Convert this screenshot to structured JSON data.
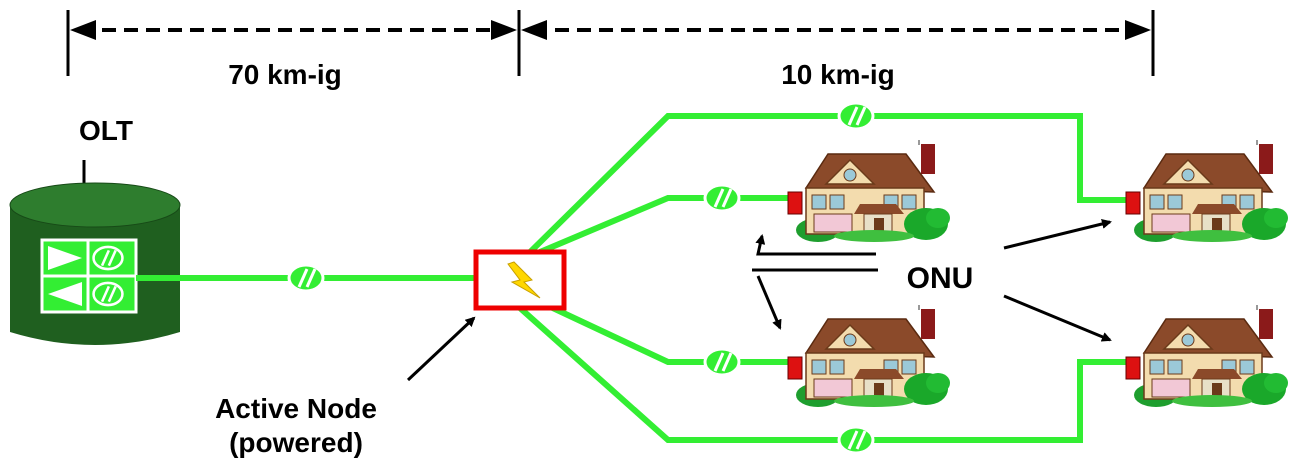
{
  "labels": {
    "dist_left": "70 km-ig",
    "dist_right": "10 km-ig",
    "olt": "OLT",
    "onu": "ONU",
    "active_node_line1": "Active Node",
    "active_node_line2": "(powered)"
  },
  "colors": {
    "fiber": "#33ee33",
    "node_border": "#ee0000",
    "node_fill": "#ffffff",
    "lightning": "#ffd700",
    "olt_body": "#1f5f1f",
    "olt_top": "#2e7d2e",
    "coil_fill": "#33ee33",
    "coil_stroke": "#ffffff"
  },
  "icons": {
    "fiber_coil": "fiber-coil-icon",
    "house": "house-icon",
    "lightning": "lightning-bolt-icon"
  }
}
